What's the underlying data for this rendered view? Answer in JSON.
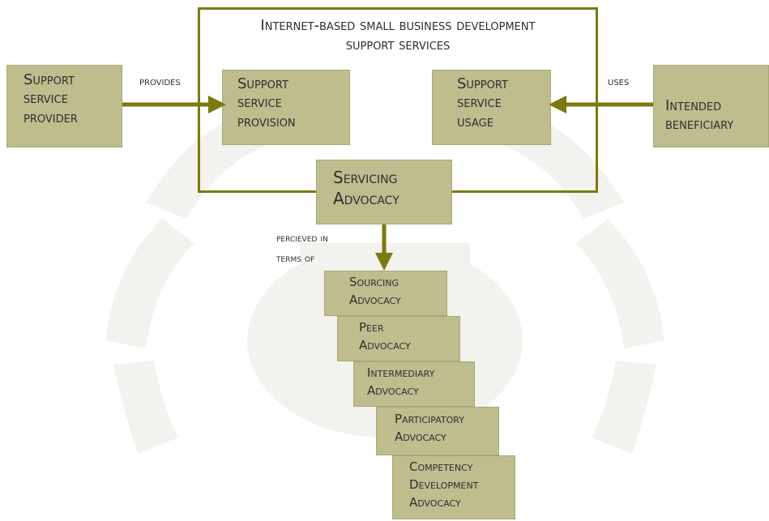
{
  "frame": {
    "title": "Internet-based small business development\nsupport services"
  },
  "boxes": {
    "support_service_provider": "Support\nservice\nprovider",
    "support_service_provision": "Support\nservice\nprovision",
    "support_service_usage": "Support\nservice\nusage",
    "intended_beneficiary": "Intended\nbeneficiary",
    "servicing_advocacy": "Servicing\nAdvocacy",
    "sourcing_advocacy": "Sourcing\nAdvocacy",
    "peer_advocacy": "Peer\nAdvocacy",
    "intermediary_advocacy": "Intermediary\nAdvocacy",
    "participatory_advocacy": "Participatory\nAdvocacy",
    "competency_development_advocacy": "Competency\nDevelopment\nAdvocacy"
  },
  "labels": {
    "provides": "provides",
    "uses": "uses",
    "perceived_in_terms_of": "percieved in\nterms of"
  },
  "colors": {
    "box_fill": "#bebd8e",
    "arrow": "#7a7a10",
    "frame": "#7a7a10"
  }
}
